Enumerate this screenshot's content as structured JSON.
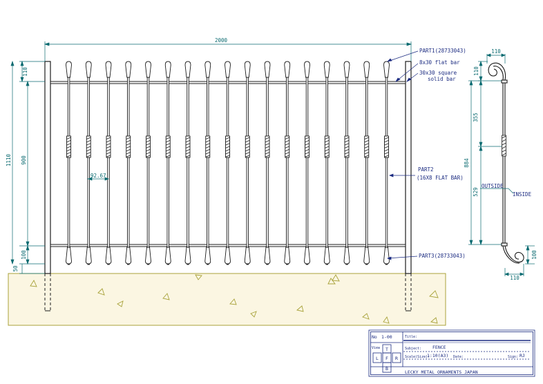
{
  "dimensions": {
    "overall_width": "2000",
    "top_space": "110",
    "overall_height": "1110",
    "inner_height": "900",
    "bottom_space": "100",
    "ground_gap": "50",
    "spacing": "92.67",
    "side_top_width": "110",
    "side_top_height": "110",
    "side_upper": "355",
    "side_total": "884",
    "side_lower": "529",
    "side_bottom_height": "100",
    "side_bottom_width": "110"
  },
  "labels": {
    "part1": "PART1(28733043)",
    "flat_bar": "8x30 flat bar",
    "square_bar_1": "30x30 square",
    "square_bar_2": "solid bar",
    "part2_1": "PART2",
    "part2_2": "(16X8 FLAT BAR)",
    "part3": "PART3(28733043)",
    "outside": "OUTSIDE",
    "inside": "INSIDE"
  },
  "title_block": {
    "no_label": "No",
    "no_value": "1-00",
    "title_label": "Title:",
    "view_label": "View",
    "view_t": "T",
    "view_l": "L",
    "view_f": "F",
    "view_r": "R",
    "view_b": "B",
    "subject_label": "Subject:",
    "subject_value": "FENCE",
    "scale_label": "Scale(Size):",
    "scale_value": "1:10(A3)",
    "date_label": "Date:",
    "sign_label": "Sign:",
    "sign_value": "RJ",
    "company": "LECKY METAL ORNAMENTS JAPAN"
  },
  "colors": {
    "lines": "#1a1a1a",
    "dimension": "#0a6a70",
    "labels": "#1a2a80",
    "ground": "#a8a23a",
    "ground_fill": "#fbf6e2",
    "title_block": "#1a2a80"
  }
}
